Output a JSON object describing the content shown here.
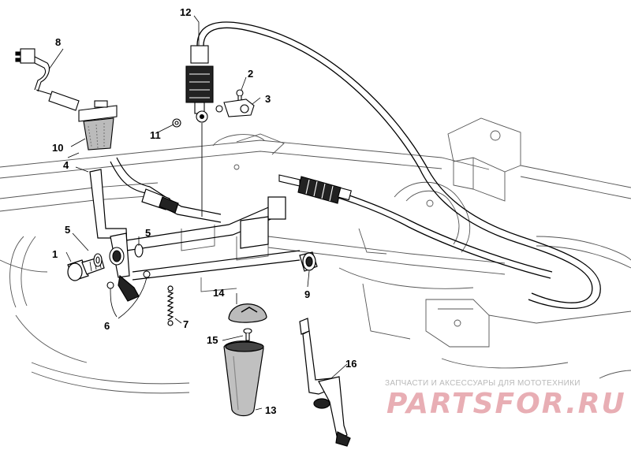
{
  "callouts": [
    {
      "id": "1",
      "label": "1"
    },
    {
      "id": "2",
      "label": "2"
    },
    {
      "id": "3",
      "label": "3"
    },
    {
      "id": "4",
      "label": "4"
    },
    {
      "id": "5a",
      "label": "5"
    },
    {
      "id": "5b",
      "label": "5"
    },
    {
      "id": "6",
      "label": "6"
    },
    {
      "id": "7",
      "label": "7"
    },
    {
      "id": "8",
      "label": "8"
    },
    {
      "id": "9",
      "label": "9"
    },
    {
      "id": "10",
      "label": "10"
    },
    {
      "id": "11",
      "label": "11"
    },
    {
      "id": "12",
      "label": "12"
    },
    {
      "id": "13",
      "label": "13"
    },
    {
      "id": "14",
      "label": "14"
    },
    {
      "id": "15",
      "label": "15"
    },
    {
      "id": "16",
      "label": "16"
    }
  ],
  "watermark": {
    "tagline": "ЗАПЧАСТИ И АКСЕССУАРЫ ДЛЯ МОТОТЕХНИКИ",
    "brand": "PARTSFOR.RU"
  },
  "colors": {
    "line": "#000000",
    "frame": "#555555",
    "watermark_tagline": "#b9b9b9",
    "watermark_brand": "#e8aeb4"
  }
}
